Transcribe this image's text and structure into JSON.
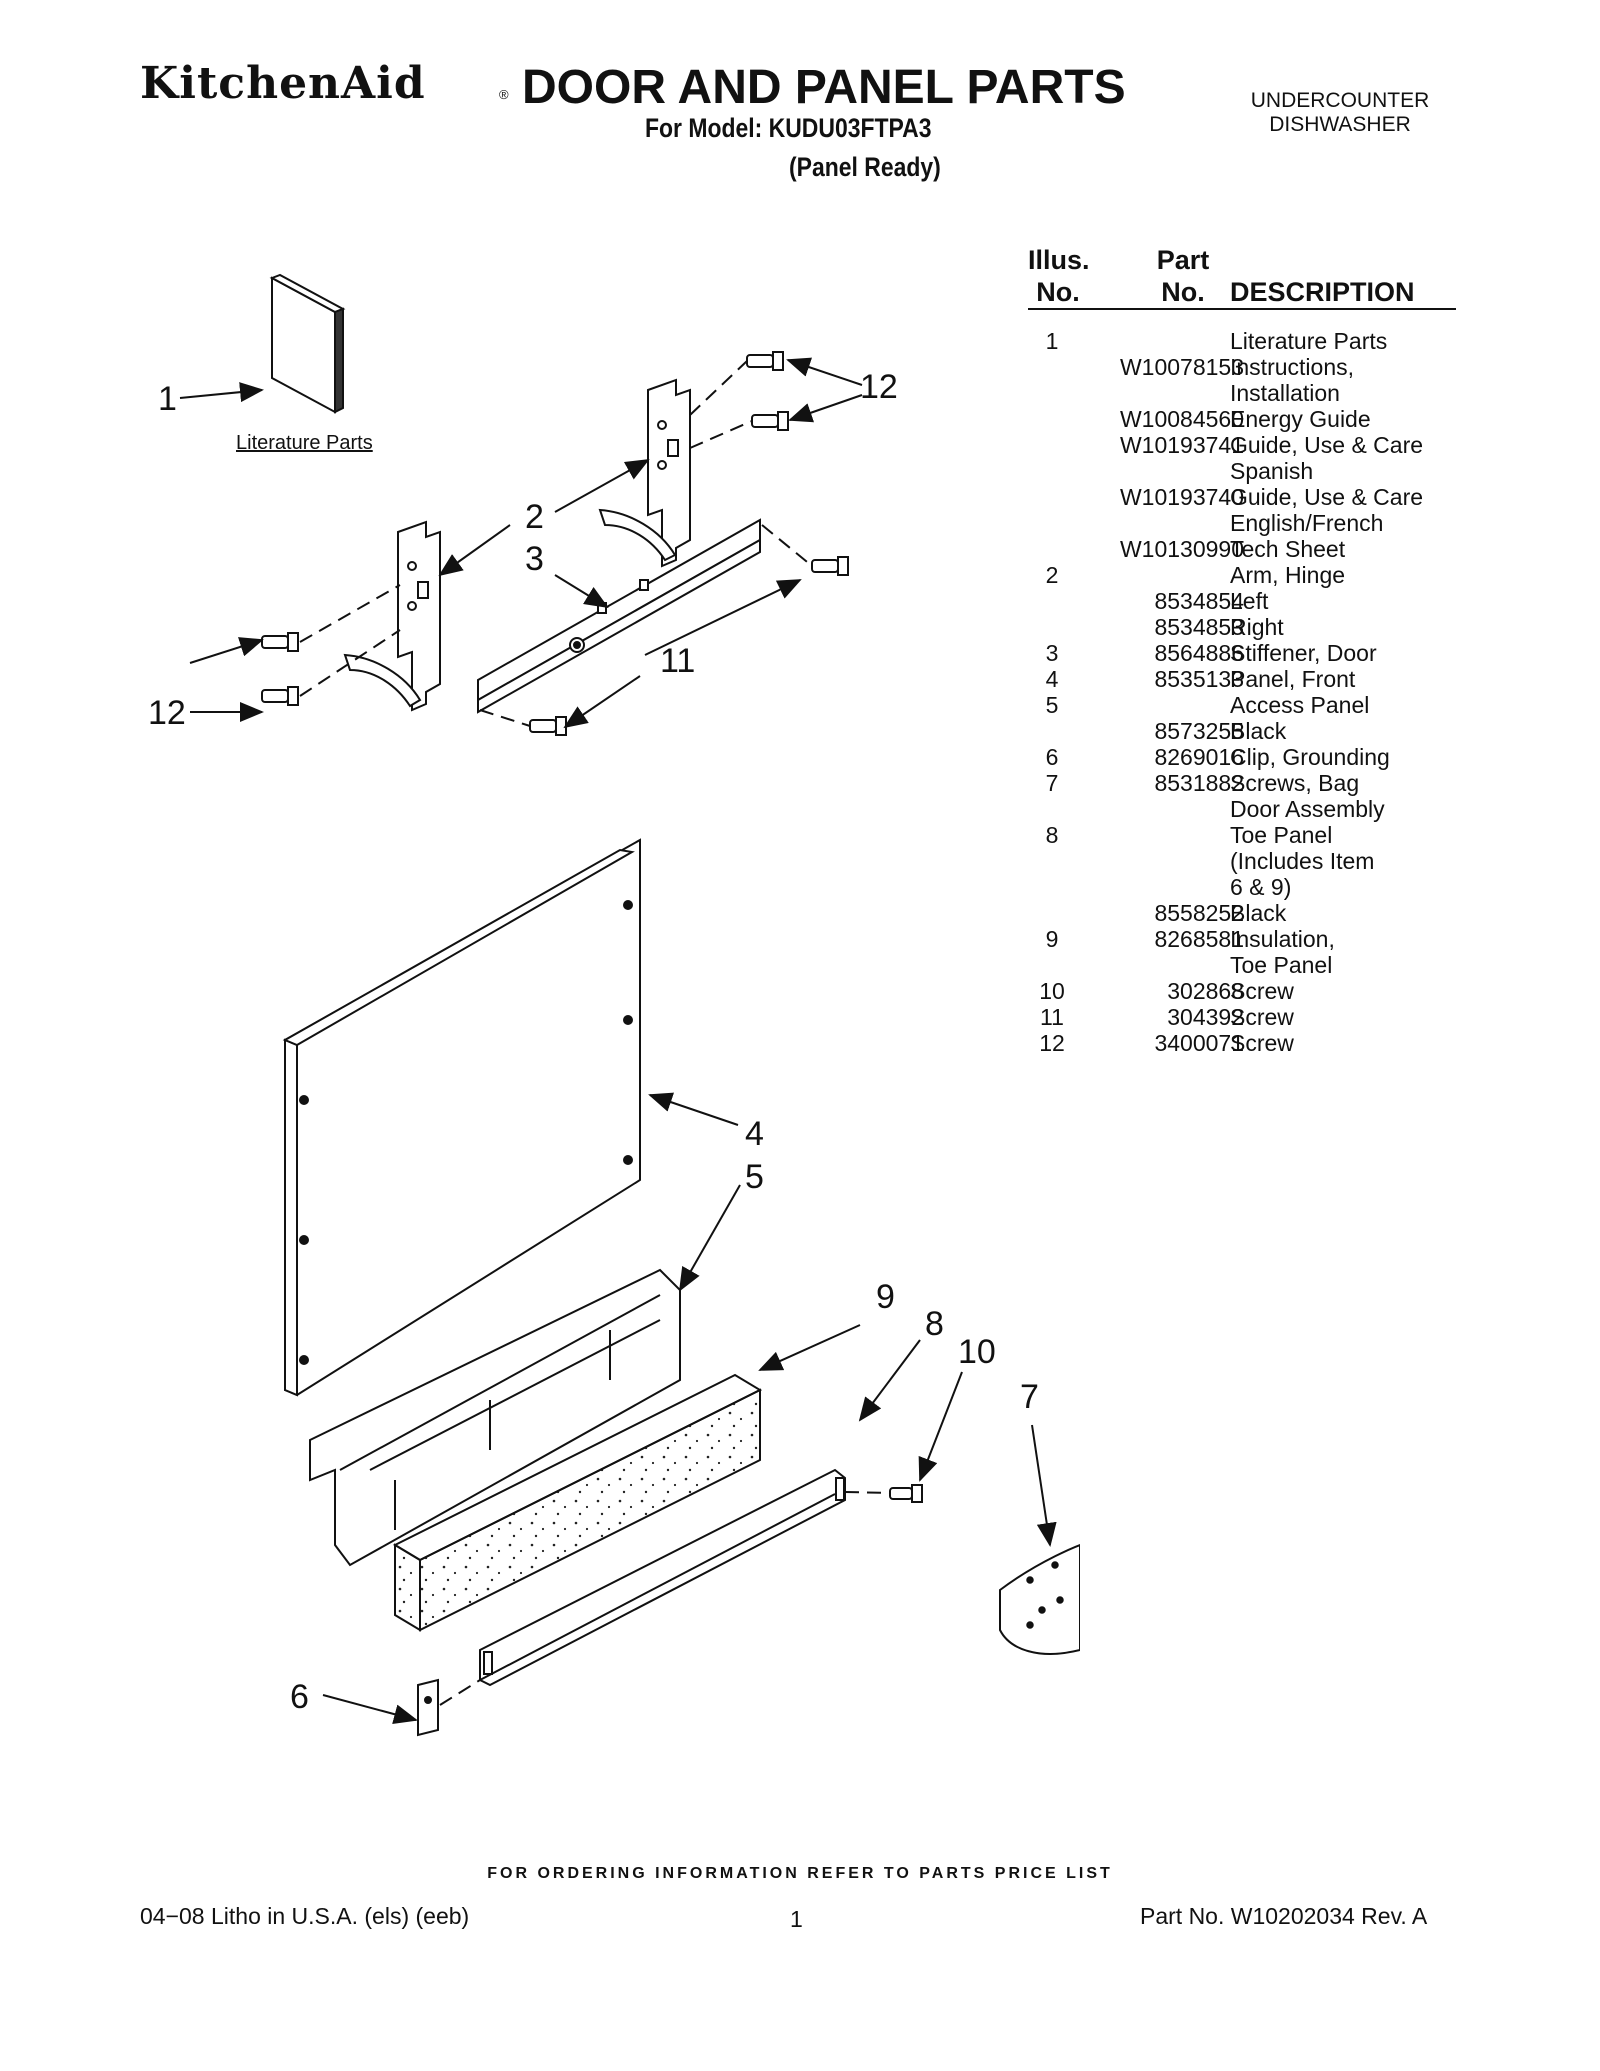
{
  "header": {
    "brand": "KitchenAid",
    "brand_mark": "®",
    "title": "DOOR AND PANEL PARTS",
    "model": "For Model: KUDU03FTPA3",
    "variant": "(Panel Ready)",
    "product_line1": "UNDERCOUNTER",
    "product_line2": "DISHWASHER"
  },
  "parts_table": {
    "col_illus_line1": "Illus.",
    "col_illus_line2": "No.",
    "col_part_line1": "Part",
    "col_part_line2": "No.",
    "col_description": "DESCRIPTION",
    "rows": [
      {
        "illus": "1",
        "part": "",
        "desc": "Literature Parts"
      },
      {
        "illus": "",
        "part": "W10078153",
        "desc": "Instructions,"
      },
      {
        "illus": "",
        "part": "",
        "desc": "Installation"
      },
      {
        "illus": "",
        "part": "W10084560",
        "desc": "Energy Guide"
      },
      {
        "illus": "",
        "part": "W10193741",
        "desc": "Guide, Use & Care"
      },
      {
        "illus": "",
        "part": "",
        "desc": "Spanish"
      },
      {
        "illus": "",
        "part": "W10193740",
        "desc": "Guide, Use & Care"
      },
      {
        "illus": "",
        "part": "",
        "desc": "English/French"
      },
      {
        "illus": "",
        "part": "W10130990",
        "desc": "Tech Sheet"
      },
      {
        "illus": "2",
        "part": "",
        "desc": "Arm, Hinge"
      },
      {
        "illus": "",
        "part": "8534854",
        "desc": "Left"
      },
      {
        "illus": "",
        "part": "8534853",
        "desc": "Right"
      },
      {
        "illus": "3",
        "part": "8564886",
        "desc": "Stiffener, Door"
      },
      {
        "illus": "4",
        "part": "8535133",
        "desc": "Panel, Front"
      },
      {
        "illus": "5",
        "part": "",
        "desc": "Access Panel"
      },
      {
        "illus": "",
        "part": "8573255",
        "desc": "Black"
      },
      {
        "illus": "6",
        "part": "8269016",
        "desc": "Clip, Grounding"
      },
      {
        "illus": "7",
        "part": "8531882",
        "desc": "Screws, Bag"
      },
      {
        "illus": "",
        "part": "",
        "desc": "Door Assembly"
      },
      {
        "illus": "8",
        "part": "",
        "desc": "Toe Panel"
      },
      {
        "illus": "",
        "part": "",
        "desc": "(Includes Item"
      },
      {
        "illus": "",
        "part": "",
        "desc": "6 & 9)"
      },
      {
        "illus": "",
        "part": "8558252",
        "desc": "Black"
      },
      {
        "illus": "9",
        "part": "8268581",
        "desc": "Insulation,"
      },
      {
        "illus": "",
        "part": "",
        "desc": "Toe Panel"
      },
      {
        "illus": "10",
        "part": "302868",
        "desc": "Screw"
      },
      {
        "illus": "11",
        "part": "304392",
        "desc": "Screw"
      },
      {
        "illus": "12",
        "part": "3400071",
        "desc": "Screw"
      }
    ]
  },
  "diagram": {
    "literature_label": "Literature Parts",
    "callouts": {
      "c1": "1",
      "c2": "2",
      "c3": "3",
      "c4": "4",
      "c5": "5",
      "c6": "6",
      "c7": "7",
      "c8": "8",
      "c9": "9",
      "c10": "10",
      "c11": "11",
      "c12a": "12",
      "c12b": "12"
    },
    "line_color": "#111111"
  },
  "footer": {
    "ordering_note": "FOR ORDERING INFORMATION REFER TO PARTS PRICE LIST",
    "litho": "04−08 Litho in U.S.A. (els) (eeb)",
    "page": "1",
    "part_no": "Part No. W10202034 Rev. A"
  }
}
